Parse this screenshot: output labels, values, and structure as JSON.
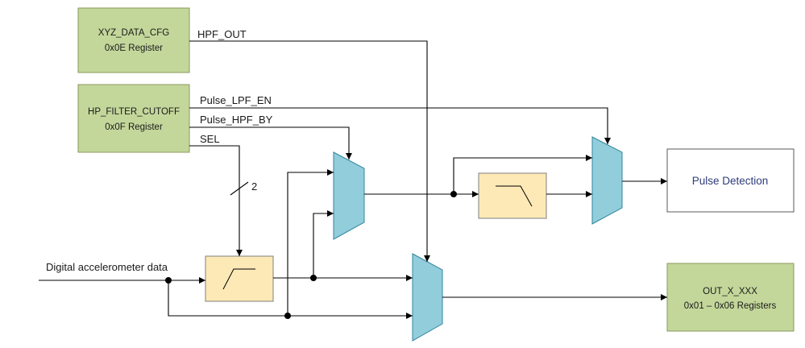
{
  "registers": {
    "xyz_data_cfg": {
      "name": "XYZ_DATA_CFG",
      "sub": "0x0E Register"
    },
    "hp_filter_cutoff": {
      "name": "HP_FILTER_CUTOFF",
      "sub": "0x0F Register"
    },
    "out_x": {
      "name": "OUT_X_XXX",
      "sub": "0x01 – 0x06 Registers"
    }
  },
  "signals": {
    "hpf_out": "HPF_OUT",
    "pulse_lpf_en": "Pulse_LPF_EN",
    "pulse_hpf_by": "Pulse_HPF_BY",
    "sel": "SEL",
    "bus_width": "2",
    "input": "Digital accelerometer data"
  },
  "blocks": {
    "pulse_detection": "Pulse Detection"
  },
  "colors": {
    "register_fill": "#c4d79b",
    "register_stroke": "#8a9a5b",
    "mux_fill": "#92cddc",
    "mux_stroke": "#31859c",
    "filter_fill": "#fde9b6",
    "filter_stroke": "#7f7f7f",
    "pulse_stroke": "#595959"
  },
  "icons": {
    "hpf": "high-pass-filter-icon",
    "lpf": "low-pass-filter-icon",
    "mux": "multiplexer-icon"
  }
}
